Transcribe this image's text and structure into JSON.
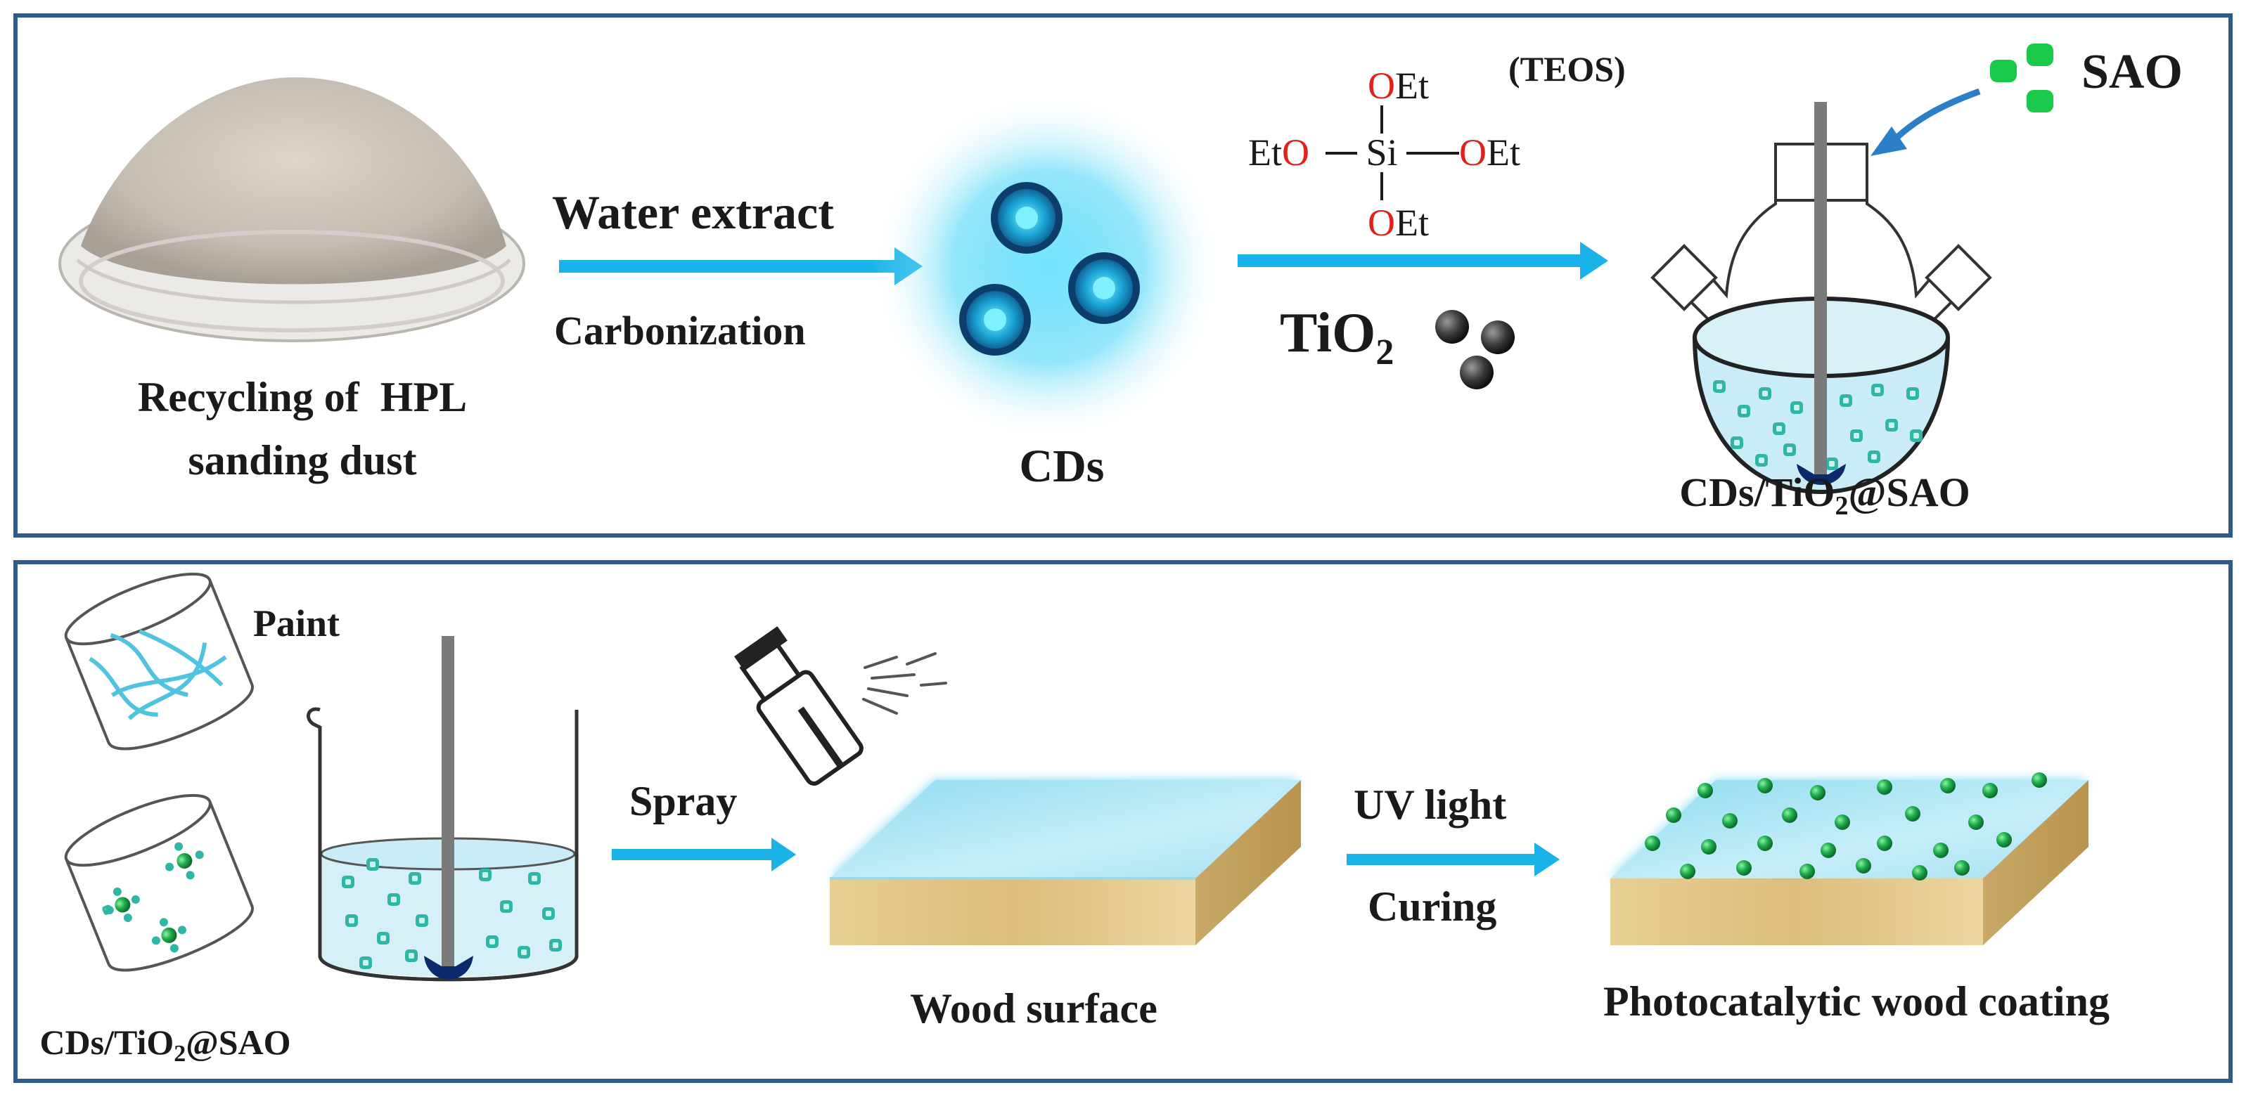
{
  "colors": {
    "frame": "#2e5c8a",
    "arrow": "#19b3ea",
    "cd_glow": "#3fd3f5",
    "liquid": "#c9ecf7",
    "particle_teal": "#2fb6a4",
    "particle_green": "#19c94a",
    "sphere_dark": "#3a3a3a",
    "wood": "#e5cc8e",
    "oxygen_red": "#e0201a"
  },
  "top_panel": {
    "dust_label_line1": "Recycling of  HPL",
    "dust_label_line2": "sanding dust",
    "arrow1_top": "Water extract",
    "arrow1_bottom": "Carbonization",
    "cds_label": "CDs",
    "teos": {
      "name": "(TEOS)",
      "center": "Si",
      "groups": [
        "OEt",
        "EtO",
        "OEt",
        "OEt"
      ]
    },
    "tio2_label": "TiO",
    "tio2_sub": "2",
    "sao_label": "SAO",
    "flask_label_prefix": "CDs/TiO",
    "flask_label_sub": "2",
    "flask_label_suffix": "@SAO"
  },
  "bottom_panel": {
    "paint_label": "Paint",
    "beaker_label_prefix": "CDs/TiO",
    "beaker_label_sub": "2",
    "beaker_label_suffix": "@SAO",
    "spray_label": "Spray",
    "wood_label": "Wood surface",
    "uv_label": "UV light",
    "curing_label": "Curing",
    "coating_label": "Photocatalytic wood coating"
  },
  "icons": [
    "powder-dish-icon",
    "cd-dot-icon",
    "three-neck-flask-icon",
    "stirrer-icon",
    "beaker-icon",
    "spray-bottle-icon",
    "wood-block-icon"
  ]
}
